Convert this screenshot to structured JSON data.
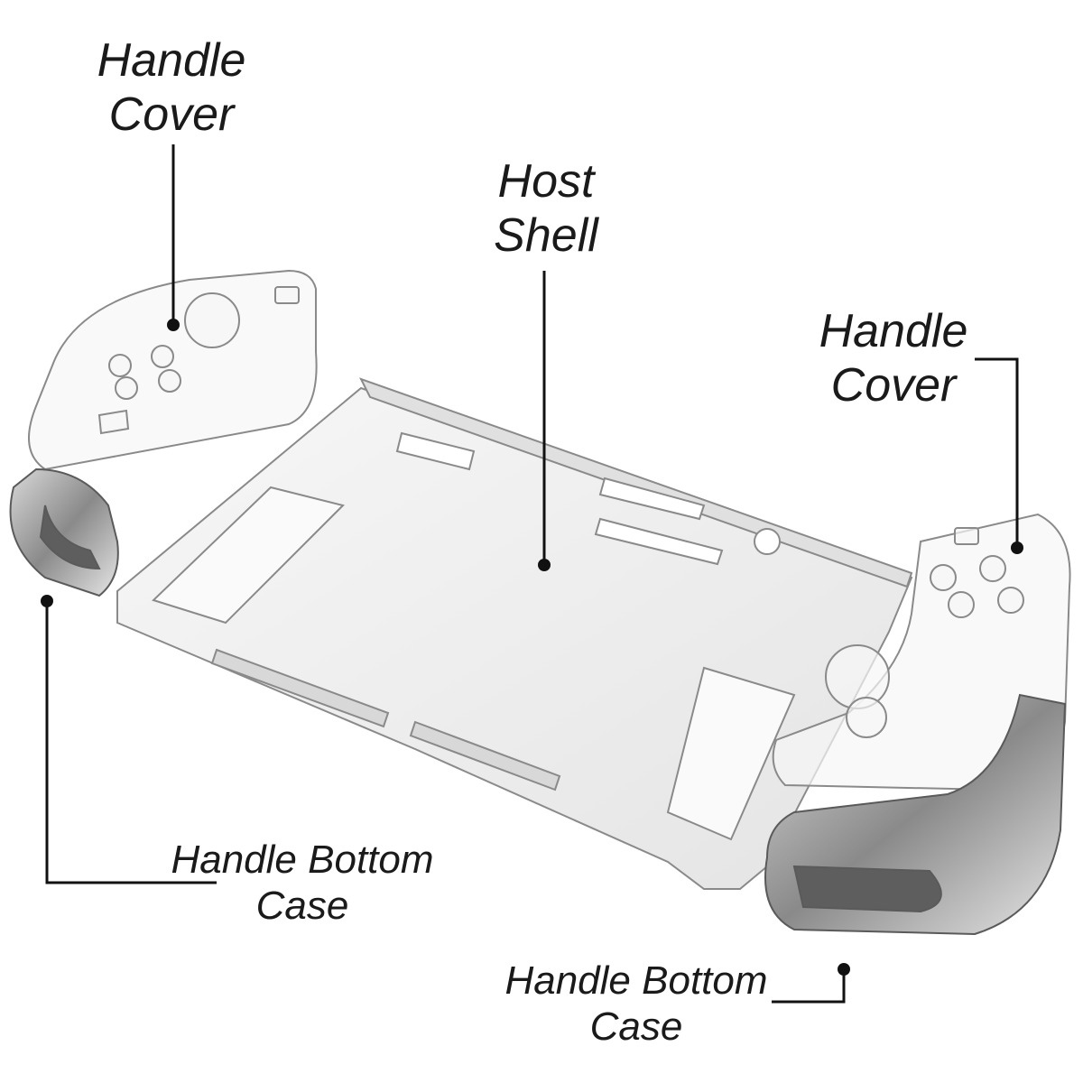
{
  "labels": {
    "handle_cover_left": {
      "line1": "Handle",
      "line2": "Cover"
    },
    "host_shell": {
      "line1": "Host",
      "line2": "Shell"
    },
    "handle_cover_right": {
      "line1": "Handle",
      "line2": "Cover"
    },
    "handle_bottom_case_left": {
      "line1": "Handle Bottom",
      "line2": "Case"
    },
    "handle_bottom_case_right": {
      "line1": "Handle Bottom",
      "line2": "Case"
    }
  },
  "colors": {
    "callout_line": "#111111",
    "shell_stroke": "#7a7a7a",
    "shell_fill": "#f2f2f2",
    "dark_grip": "#6e6e6e"
  }
}
